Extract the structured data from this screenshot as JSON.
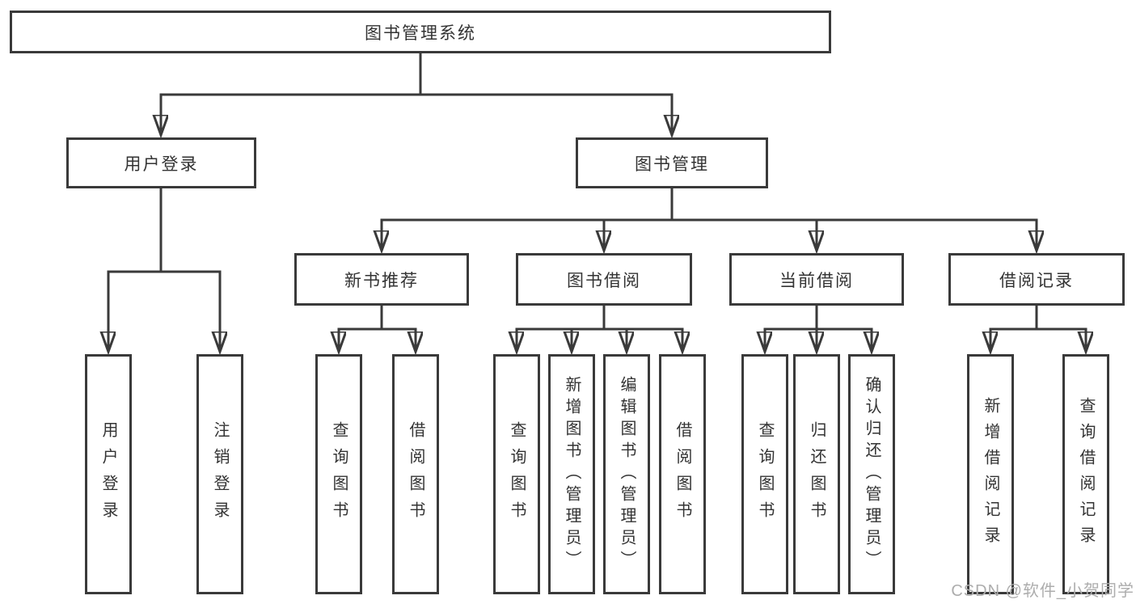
{
  "colors": {
    "background": "#ffffff",
    "line": "#3a3a3a",
    "box_border": "#3a3a3a",
    "text": "#333333",
    "watermark_text": "#adadad"
  },
  "tree": {
    "label": "图书管理系统",
    "children": [
      {
        "label": "用户登录",
        "children": [
          {
            "label": "用户登录"
          },
          {
            "label": "注销登录"
          }
        ]
      },
      {
        "label": "图书管理",
        "children": [
          {
            "label": "新书推荐",
            "children": [
              {
                "label": "查询图书"
              },
              {
                "label": "借阅图书"
              }
            ]
          },
          {
            "label": "图书借阅",
            "children": [
              {
                "label": "查询图书"
              },
              {
                "label": "新增图书（管理员）"
              },
              {
                "label": "编辑图书（管理员）"
              },
              {
                "label": "借阅图书"
              }
            ]
          },
          {
            "label": "当前借阅",
            "children": [
              {
                "label": "查询图书"
              },
              {
                "label": "归还图书"
              },
              {
                "label": "确认归还（管理员）"
              }
            ]
          },
          {
            "label": "借阅记录",
            "children": [
              {
                "label": "新增借阅记录"
              },
              {
                "label": "查询借阅记录"
              }
            ]
          }
        ]
      }
    ]
  },
  "watermark": {
    "text": "CSDN @软件_小贺同学"
  }
}
